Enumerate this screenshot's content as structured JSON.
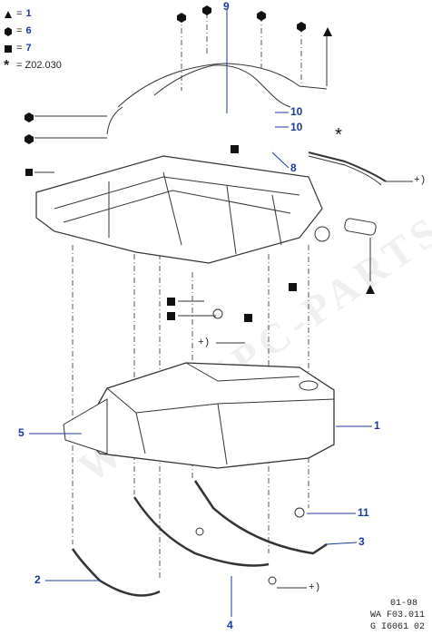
{
  "legend": {
    "triangle": "=",
    "triangle_num": "1",
    "hexagon": "=",
    "hexagon_num": "6",
    "square": "=",
    "square_num": "7",
    "asterisk": "*",
    "asterisk_text": "= Z02.030"
  },
  "callouts": {
    "c1": "1",
    "c2": "2",
    "c3": "3",
    "c4": "4",
    "c5": "5",
    "c8": "8",
    "c9": "9",
    "c10a": "10",
    "c10b": "10",
    "c11": "11"
  },
  "plus_labels": {
    "p1": "+)",
    "p2": "+)",
    "p3": "+)"
  },
  "asterisk_mark": "*",
  "refs": {
    "date": "01-98",
    "wa": "WA  F03.011",
    "g": "G  I6061 02"
  },
  "watermark": "WWW.EPC-PARTS.RU",
  "colors": {
    "line": "#333333",
    "callout": "#1a3a9c",
    "fill": "#ffffff"
  }
}
